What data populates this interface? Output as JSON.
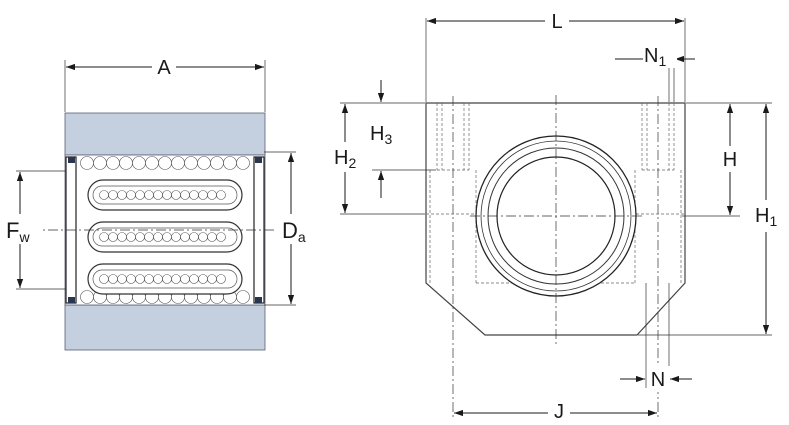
{
  "labels": {
    "A": "A",
    "Fw_main": "F",
    "Fw_sub": "w",
    "Da_main": "D",
    "Da_sub": "a",
    "L": "L",
    "N1_main": "N",
    "N1_sub": "1",
    "H": "H",
    "H1_main": "H",
    "H1_sub": "1",
    "H2_main": "H",
    "H2_sub": "2",
    "H3_main": "H",
    "H3_sub": "3",
    "N": "N",
    "J": "J"
  },
  "colors": {
    "bushing_body": "#c4cfe0",
    "line": "#1a1a1a"
  }
}
